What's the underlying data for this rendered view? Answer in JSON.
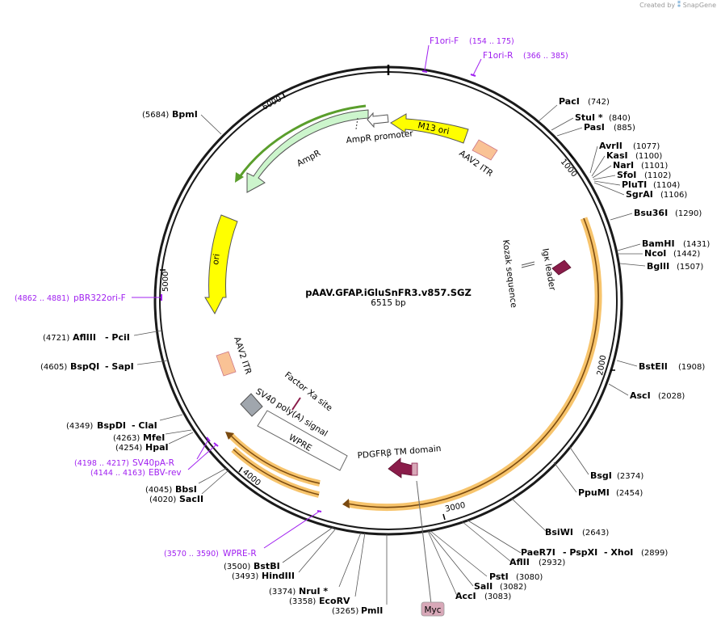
{
  "branding": {
    "created_by": "Created by",
    "logo_text": "SnapGene",
    "logo_color": "#4a90c8"
  },
  "plasmid": {
    "name": "pAAV.GFAP.iGluSnFR3.v857.SGZ",
    "length_label": "6515 bp",
    "length_bp": 6515
  },
  "scale_ticks": [
    "1000",
    "2000",
    "3000",
    "4000",
    "5000",
    "6000"
  ],
  "enzymes": [
    {
      "name": "PacI",
      "pos": "(742)"
    },
    {
      "name": "StuI *",
      "pos": "(840)"
    },
    {
      "name": "PasI",
      "pos": "(885)"
    },
    {
      "name": "AvrII",
      "pos": "(1077)"
    },
    {
      "name": "KasI",
      "pos": "(1100)"
    },
    {
      "name": "NarI",
      "pos": "(1101)"
    },
    {
      "name": "SfoI",
      "pos": "(1102)"
    },
    {
      "name": "PluTI",
      "pos": "(1104)"
    },
    {
      "name": "SgrAI",
      "pos": "(1106)"
    },
    {
      "name": "Bsu36I",
      "pos": "(1290)"
    },
    {
      "name": "BamHI",
      "pos": "(1431)"
    },
    {
      "name": "NcoI",
      "pos": "(1442)"
    },
    {
      "name": "BglII",
      "pos": "(1507)"
    },
    {
      "name": "BstEII",
      "pos": "(1908)"
    },
    {
      "name": "AscI",
      "pos": "(2028)"
    },
    {
      "name": "BsgI",
      "pos": "(2374)"
    },
    {
      "name": "PpuMI",
      "pos": "(2454)"
    },
    {
      "name": "BsiWI",
      "pos": "(2643)"
    },
    {
      "name": "PaeR7I",
      "name2": "- PspXI",
      "name3": "- XhoI",
      "pos": "(2899)"
    },
    {
      "name": "AflII",
      "pos": "(2932)"
    },
    {
      "name": "PstI",
      "pos": "(3080)"
    },
    {
      "name": "SalI",
      "pos": "(3082)"
    },
    {
      "name": "AccI",
      "pos": "(3083)"
    },
    {
      "name": "PmlI",
      "pos": "(3265)"
    },
    {
      "name": "EcoRV",
      "pos": "(3358)"
    },
    {
      "name": "NruI *",
      "pos": "(3374)"
    },
    {
      "name": "HindIII",
      "pos": "(3493)"
    },
    {
      "name": "BstBI",
      "pos": "(3500)"
    },
    {
      "name": "SacII",
      "pos": "(4020)"
    },
    {
      "name": "BbsI",
      "pos": "(4045)"
    },
    {
      "name": "HpaI",
      "pos": "(4254)"
    },
    {
      "name": "MfeI",
      "pos": "(4263)"
    },
    {
      "name": "BspDI",
      "name2": "- ClaI",
      "pos": "(4349)"
    },
    {
      "name": "BspQI",
      "name2": "- SapI",
      "pos": "(4605)"
    },
    {
      "name": "AflIII",
      "name2": "- PciI",
      "pos": "(4721)"
    },
    {
      "name": "BpmI",
      "pos": "(5684)"
    }
  ],
  "primers": [
    {
      "name": "F1ori-F",
      "range": "(154 .. 175)"
    },
    {
      "name": "F1ori-R",
      "range": "(366 .. 385)"
    },
    {
      "name": "pBR322ori-F",
      "range": "(4862 .. 4881)"
    },
    {
      "name": "SV40pA-R",
      "range": "(4198 .. 4217)"
    },
    {
      "name": "EBV-rev",
      "range": "(4144 .. 4163)"
    },
    {
      "name": "WPRE-R",
      "range": "(3570 .. 3590)"
    }
  ],
  "features": {
    "m13_ori": "M13 ori",
    "aav2_itr_top": "AAV2 ITR",
    "ampr_promoter": "AmpR promoter",
    "ampr": "AmpR",
    "ori": "ori",
    "igk_leader": "Igκ leader",
    "kozak": "Kozak sequence",
    "aav2_itr_bottom": "AAV2 ITR",
    "factor_xa": "Factor Xa site",
    "sv40_polya": "SV40 poly(A) signal",
    "wpre": "WPRE",
    "pdgfrb": "PDGFRβ TM domain",
    "myc": "Myc"
  },
  "colors": {
    "backbone": "#1a1a1a",
    "m13_ori": "#ffff00",
    "ori": "#ffff00",
    "aav2_itr": "#f9c295",
    "ampr": "#ccf5cc",
    "ampr_highlight": "#5a9e2c",
    "orange_highlight": "#f7c46c",
    "orange_core": "#7a4a10",
    "igk": "#8a1c4a",
    "primer": "#a020f0",
    "sv40": "#a0a6ad",
    "myc": "#d8a8b8"
  }
}
